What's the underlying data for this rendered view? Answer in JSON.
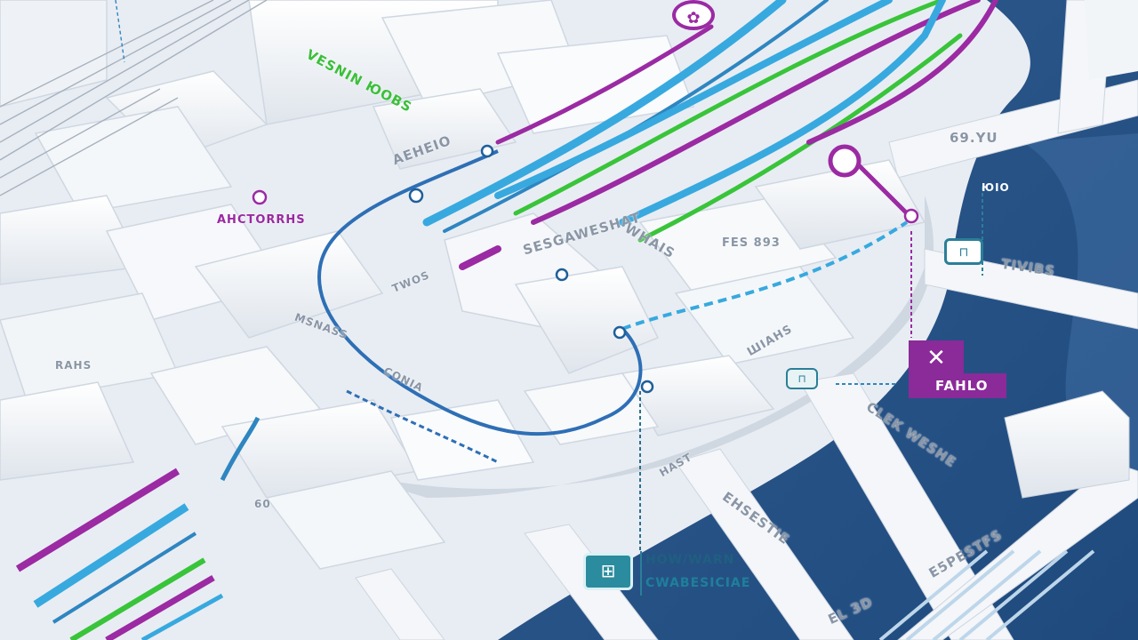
{
  "map": {
    "colors": {
      "water": "#2f5b8f",
      "water_light": "#3f6da3",
      "land": "#e8edf3",
      "building": "#f5f7fa",
      "line_blue": "#2e86c1",
      "line_cyan": "#37a9df",
      "line_green": "#39c43a",
      "line_purple": "#9b2aa3",
      "line_navy": "#2d5e9e"
    },
    "labels": {
      "district_green": "VESNIN ЮOBS",
      "station_north": "AEHEIO",
      "station_west": "AHCTORRHS",
      "east_bank": "69.YU",
      "east_street": "TIVIBS",
      "pier_label": "ЮIO",
      "platform_a": "SESGAWESHAT",
      "platform_b": "WHAIS",
      "building_num": "FES 893",
      "terminal": "ШIAHS",
      "quay_1": "CLEK WESHE",
      "quay_2": "EHSESTIE",
      "south_dock": "E5PESTFS",
      "small_a": "MSNASS",
      "small_b": "CONIA",
      "small_c": "RAHS",
      "small_d": "HAST",
      "plaza": "TWOS",
      "rail_mark": "60",
      "bottom_mark": "EL ЗD"
    },
    "pois": {
      "top_icon": "✿",
      "fahlo_icon": "✕",
      "fahlo_name": "FAHLO",
      "harbour_icon": "⊞",
      "harbour_title": "HOW/WARN",
      "harbour_subtitle": "CWABESICIAE",
      "east_icon": "⊓",
      "pier_icon": "⊓"
    }
  }
}
